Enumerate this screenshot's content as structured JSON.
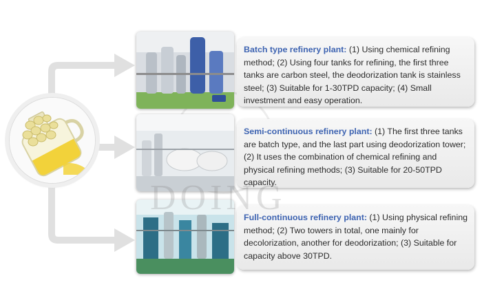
{
  "watermark": {
    "text": "DOING"
  },
  "items": [
    {
      "title": "Batch type refinery plant:",
      "body": " (1) Using chemical refining method; (2)  Using four tanks for refining, the first three tanks are carbon steel, the deodorization tank is stainless steel; (3) Suitable for 1-30TPD capacity; (4) Small investment and easy operation."
    },
    {
      "title": "Semi-continuous refinery plant:",
      "body": " (1) The first three tanks are batch type, and the last part using deodorization tower;  (2) It uses the combination of chemical refining and physical refining methods; (3) Suitable for 20-50TPD capacity."
    },
    {
      "title": "Full-continuous refinery plant:",
      "body": " (1) Using physical refining method; (2) Two towers in total, one mainly for decolorization, another for deodorization; (3) Suitable for capacity above 30TPD."
    }
  ],
  "colors": {
    "title": "#3d63b1",
    "arrow": "#e0e0e0",
    "oil": "#f2d23a",
    "soybean": "#eadf9a"
  },
  "icons": {
    "badge": "soybean-oil-bottle-icon"
  }
}
